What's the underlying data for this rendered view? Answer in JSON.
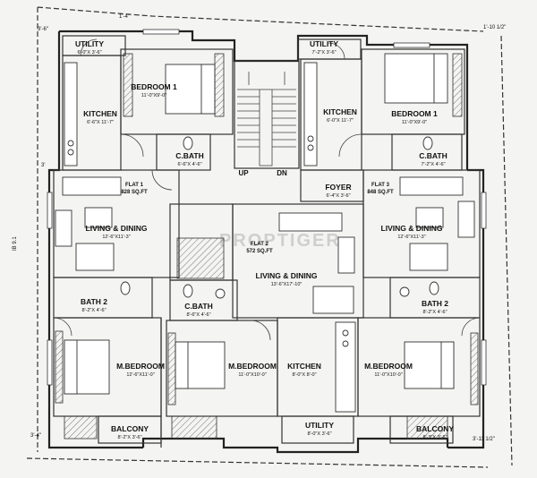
{
  "watermark": "PROPTIGER",
  "stairs": {
    "up": "UP",
    "dn": "DN"
  },
  "flats": [
    {
      "name": "FLAT 1",
      "area": "828 SQ.FT"
    },
    {
      "name": "FLAT 2",
      "area": "572 SQ.FT"
    },
    {
      "name": "FLAT 3",
      "area": "848 SQ.FT"
    }
  ],
  "rooms": [
    {
      "name": "UTILITY",
      "dim": "6'-0\"X 3'-6\""
    },
    {
      "name": "BEDROOM 1",
      "dim": "11'-0\"X9'-0\""
    },
    {
      "name": "KITCHEN",
      "dim": "6'-6\"X 11'-7\""
    },
    {
      "name": "C.BATH",
      "dim": "6'-6\"X 4'-6\""
    },
    {
      "name": "UTILITY",
      "dim": "7'-2\"X 3'-6\""
    },
    {
      "name": "KITCHEN",
      "dim": "6'-0\"X 11'-7\""
    },
    {
      "name": "BEDROOM 1",
      "dim": "11'-0\"X9'-0\""
    },
    {
      "name": "C.BATH",
      "dim": "7'-2\"X 4'-6\""
    },
    {
      "name": "FOYER",
      "dim": "6'-4\"X 3'-6\""
    },
    {
      "name": "LIVING & DINING",
      "dim": "12'-6\"X11'-3\""
    },
    {
      "name": "LIVING & DINING",
      "dim": "12'-6\"X11'-3\""
    },
    {
      "name": "LIVING & DINING",
      "dim": "13'-6\"X17'-10\""
    },
    {
      "name": "BATH 2",
      "dim": "8'-2\"X 4'-6\""
    },
    {
      "name": "C.BATH",
      "dim": "8'-6\"X 4'-6\""
    },
    {
      "name": "BATH 2",
      "dim": "8'-2\"X 4'-6\""
    },
    {
      "name": "M.BEDROOM",
      "dim": "12'-6\"X11'-0\""
    },
    {
      "name": "M.BEDROOM",
      "dim": "11'-0\"X10'-0\""
    },
    {
      "name": "KITCHEN",
      "dim": "8'-0\"X 8'-0\""
    },
    {
      "name": "M.BEDROOM",
      "dim": "11'-0\"X10'-0\""
    },
    {
      "name": "BALCONY",
      "dim": "8'-2\"X 3'-6\""
    },
    {
      "name": "UTILITY",
      "dim": "8'-0\"X 3'-6\""
    },
    {
      "name": "BALCONY",
      "dim": "8'-3\"X 3'-6\""
    }
  ],
  "dimensions": {
    "top_left": "3'-6\"",
    "top_setback": "1'-4\"",
    "top_right": "1'-10 1/2\"",
    "left_side": "3'-6\"",
    "left_upper": "3'",
    "overall_left": "IB 9.1",
    "bottom_left": "3'-4\"",
    "bottom_right": "3'-11 1/2\""
  },
  "colors": {
    "line": "#222222",
    "paper": "#f4f4f2"
  }
}
